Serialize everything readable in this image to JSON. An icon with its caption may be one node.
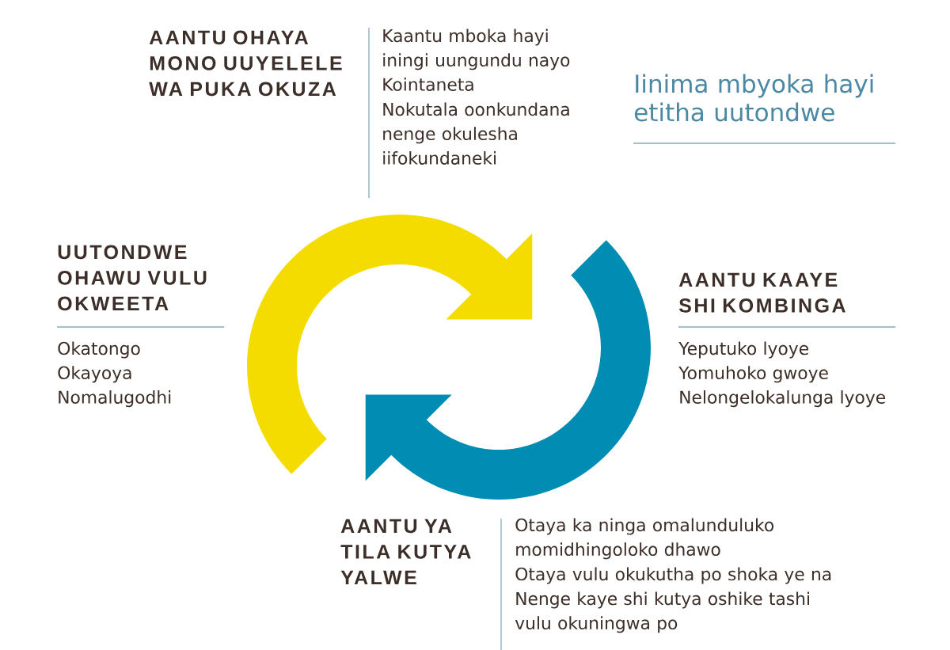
{
  "diagram": {
    "title": "Iinima mbyoka hayi etitha uutondwe",
    "labels": [
      "AANTU OHAYA MONO UUYELELE WA PUKA OKUZA",
      "Kaantu mboka hayi iningi uungundu nayo Kointaneta",
      "Nokutala oonkundana nenge okulesha iifokundaneki",
      "UUTONDWE OHAWU VULU OKWEETA",
      "Okatongo",
      "Okayoya",
      "Nomalugodhi",
      "AANTU KAAYE SHI KOMBINGA",
      "Yeputuko lyoye",
      "Yomuhoko gwoye",
      "Nelongelokalunga lyoye",
      "AANTU YA TILA KUTYA YALWE",
      "Otaya ka ninga omalunduluko momidhingoloko dhawo",
      "Otaya vulu okukutha po shoka ye na",
      "Nenge kaye shi kutya oshike tashi vulu okuningwa po"
    ]
  }
}
